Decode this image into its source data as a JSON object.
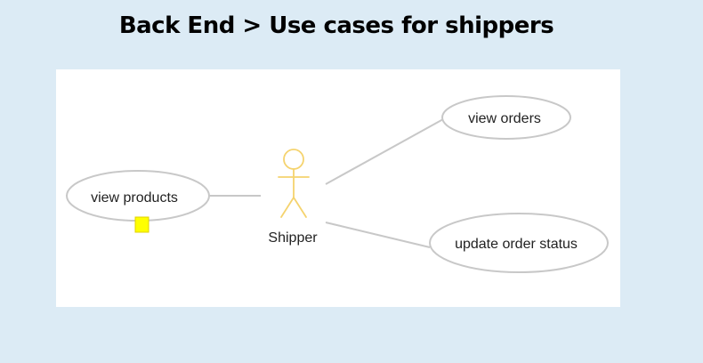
{
  "title": "Back End > Use cases for shippers",
  "diagram": {
    "actor": {
      "label": "Shipper",
      "color": "#f5d36e"
    },
    "use_cases": [
      {
        "id": "view-products",
        "label": "view products"
      },
      {
        "id": "view-orders",
        "label": "view orders"
      },
      {
        "id": "update-order-status",
        "label": "update order status"
      }
    ],
    "associations": [
      {
        "from": "actor",
        "to": "view-products"
      },
      {
        "from": "actor",
        "to": "view-orders"
      },
      {
        "from": "actor",
        "to": "update-order-status"
      }
    ],
    "selection_marker_color": "#ffff00",
    "line_color": "#c8c8c8",
    "ellipse_stroke": "#c8c8c8"
  }
}
